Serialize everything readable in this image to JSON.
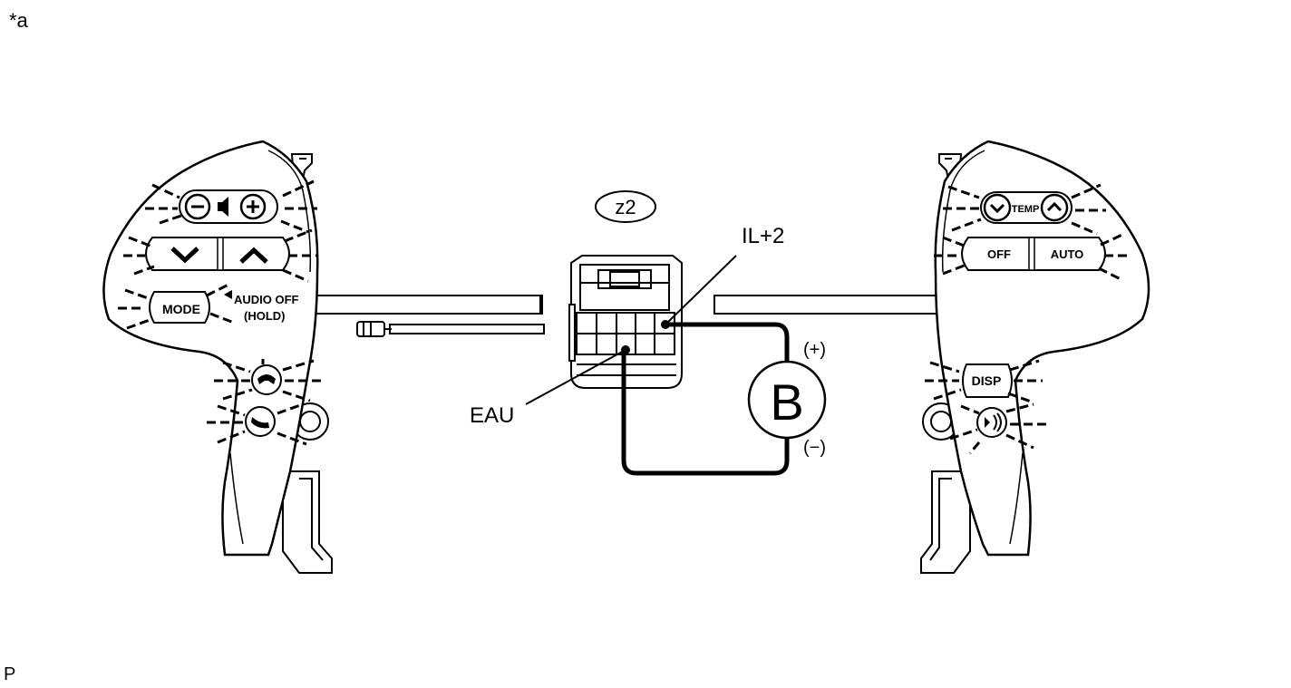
{
  "figure_label": "*a",
  "view_label": "P",
  "connector": {
    "name": "z2"
  },
  "terminals": {
    "positive_terminal": "IL+2",
    "ground_terminal": "EAU"
  },
  "battery": {
    "symbol": "B",
    "plus": "(+)",
    "minus": "(−)"
  },
  "left_switch": {
    "mode": "MODE",
    "audio_off": "AUDIO OFF",
    "hold": "(HOLD)"
  },
  "right_switch": {
    "temp": "TEMP",
    "off": "OFF",
    "auto": "AUTO",
    "disp": "DISP"
  },
  "icons": [
    "volume-down-icon",
    "speaker-icon",
    "volume-up-icon",
    "seek-down-icon",
    "seek-up-icon",
    "phone-on-hook-icon",
    "phone-off-hook-icon",
    "temp-down-icon",
    "temp-up-icon",
    "voice-command-icon",
    "illumination-rays"
  ]
}
